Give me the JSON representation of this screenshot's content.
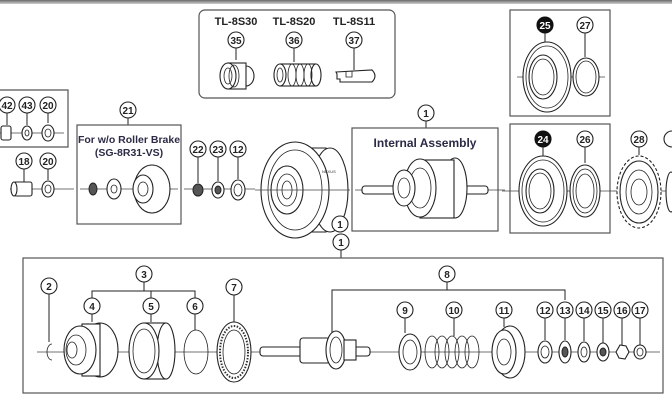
{
  "diagram": {
    "title": "Shimano Nexus SG-8R31 internal hub exploded parts diagram",
    "tools_box": {
      "tools": [
        {
          "code": "TL-8S30",
          "ref": "35"
        },
        {
          "code": "TL-8S20",
          "ref": "36"
        },
        {
          "code": "TL-8S11",
          "ref": "37"
        }
      ]
    },
    "left_box": {
      "refs": [
        "42",
        "43",
        "20"
      ]
    },
    "left_loose": {
      "refs": [
        "18",
        "20"
      ]
    },
    "roller_brake_box": {
      "ref": "21",
      "line1": "For w/o Roller Brake",
      "line2": "(SG-8R31-VS)"
    },
    "axle_parts": {
      "refs": [
        "22",
        "23",
        "12"
      ]
    },
    "hub_shell_ref": "1",
    "internal_assembly_box": {
      "ref": "1",
      "title": "Internal Assembly"
    },
    "cone_box_top": {
      "refs": [
        {
          "num": "25",
          "style": "filled"
        },
        {
          "num": "27",
          "style": "outline"
        }
      ]
    },
    "cone_box_bottom": {
      "refs": [
        {
          "num": "24",
          "style": "filled"
        },
        {
          "num": "26",
          "style": "outline"
        }
      ]
    },
    "sprocket_ref": "28",
    "bottom_box": {
      "ref": "1",
      "group3": {
        "ref": "3",
        "children": [
          "4",
          "5",
          "6"
        ]
      },
      "ref2": "2",
      "ref7": "7",
      "group8": {
        "ref": "8",
        "children": [
          "9",
          "10",
          "11",
          "12",
          "13",
          "14",
          "15",
          "16",
          "17"
        ]
      }
    }
  }
}
